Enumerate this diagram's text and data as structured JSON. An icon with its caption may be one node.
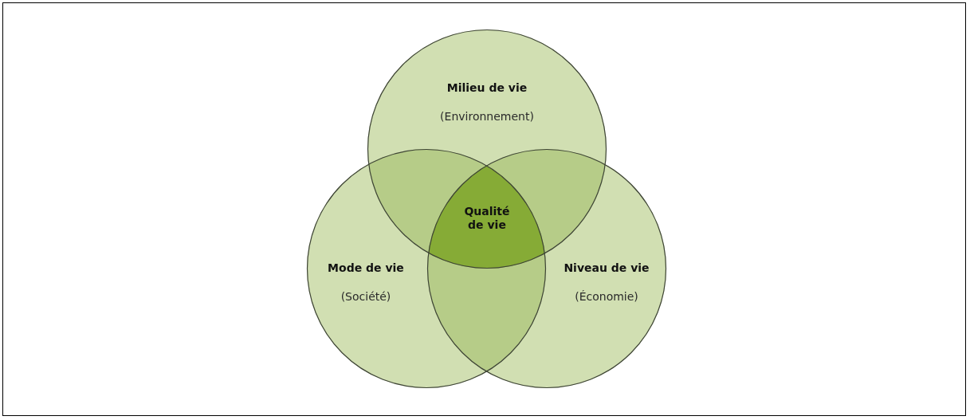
{
  "diagram": {
    "nodes": [
      {
        "text": [
          "Milieu de vie",
          "(Environnement)"
        ]
      },
      {
        "text": [
          "Mode de vie",
          "(Société)"
        ]
      },
      {
        "text": [
          "Niveau de vie",
          "(Économie)"
        ]
      },
      {
        "text": [
          "Qualité de vie"
        ]
      }
    ]
  }
}
